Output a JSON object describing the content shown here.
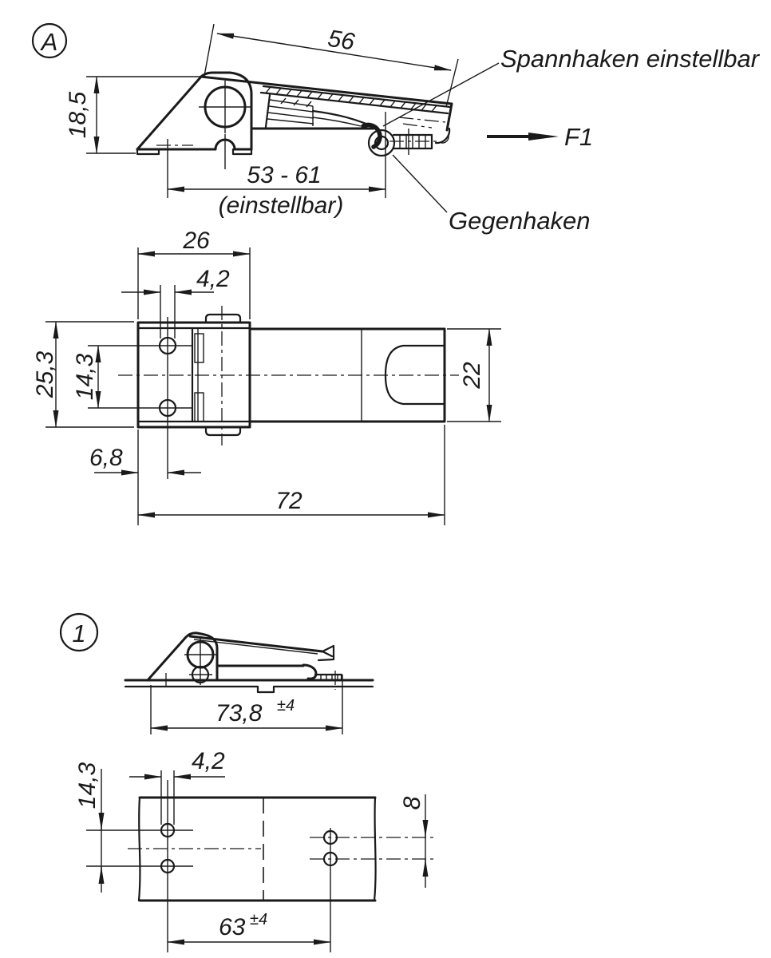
{
  "view_a": {
    "label": "A",
    "dim_lever_length": "56",
    "dim_height": "18,5",
    "dim_adjust_range": "53 - 61",
    "dim_adjust_note": "(einstellbar)",
    "label_spannhaken": "Spannhaken einstellbar",
    "label_force": "F1",
    "label_gegenhaken": "Gegenhaken"
  },
  "view_top": {
    "dim_bracket_width": "26",
    "dim_hole_diameter": "4,2",
    "dim_bracket_height": "25,3",
    "dim_hole_spacing": "14,3",
    "dim_strap_width": "22",
    "dim_hole_offset": "6,8",
    "dim_total_length": "72"
  },
  "view_1": {
    "label": "1",
    "dim_closed_length": "73,8",
    "dim_closed_length_tolerance": "±4"
  },
  "view_mounting": {
    "dim_hole_diameter": "4,2",
    "dim_hole_spacing_left": "14,3",
    "dim_hole_spacing_right": "8",
    "dim_hole_distance": "63",
    "dim_hole_distance_tolerance": "±4"
  },
  "colors": {
    "line": "#1a1a1a",
    "background": "#ffffff"
  }
}
